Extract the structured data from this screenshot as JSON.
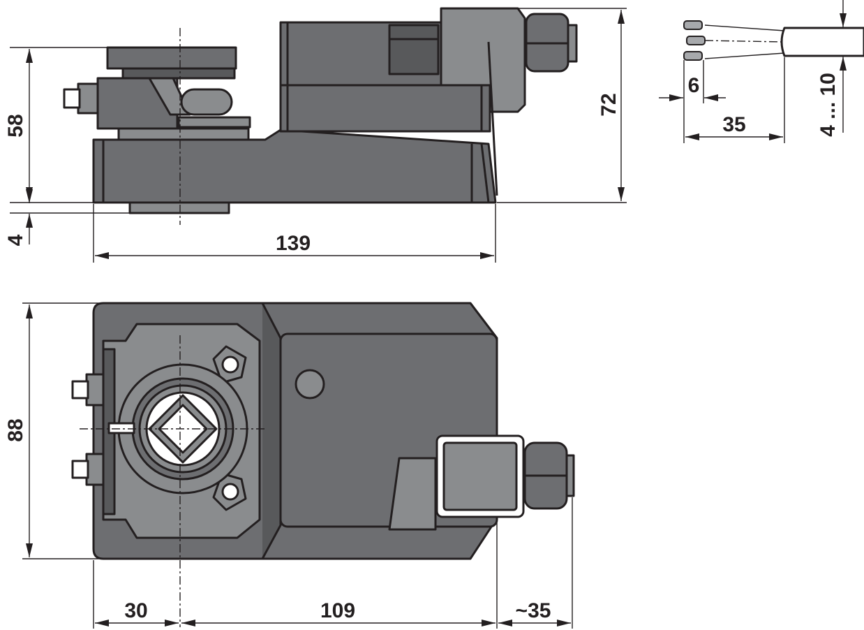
{
  "colors": {
    "ink": "#231f20",
    "body_fill": "#6d6e71",
    "body_dark": "#58595b",
    "body_light": "#8a8c8e",
    "wire_fill": "#a7a9ac",
    "background": "#ffffff"
  },
  "dimensions": {
    "side_height_body": "58",
    "side_height_total": "72",
    "side_shaft_gap": "4",
    "side_length": "139",
    "top_depth": "88",
    "top_offset": "30",
    "top_length": "109",
    "top_cable_gland": "~35",
    "cable_strip_short": "6",
    "cable_strip_long": "35",
    "cable_diameter": "4 ... 10"
  }
}
